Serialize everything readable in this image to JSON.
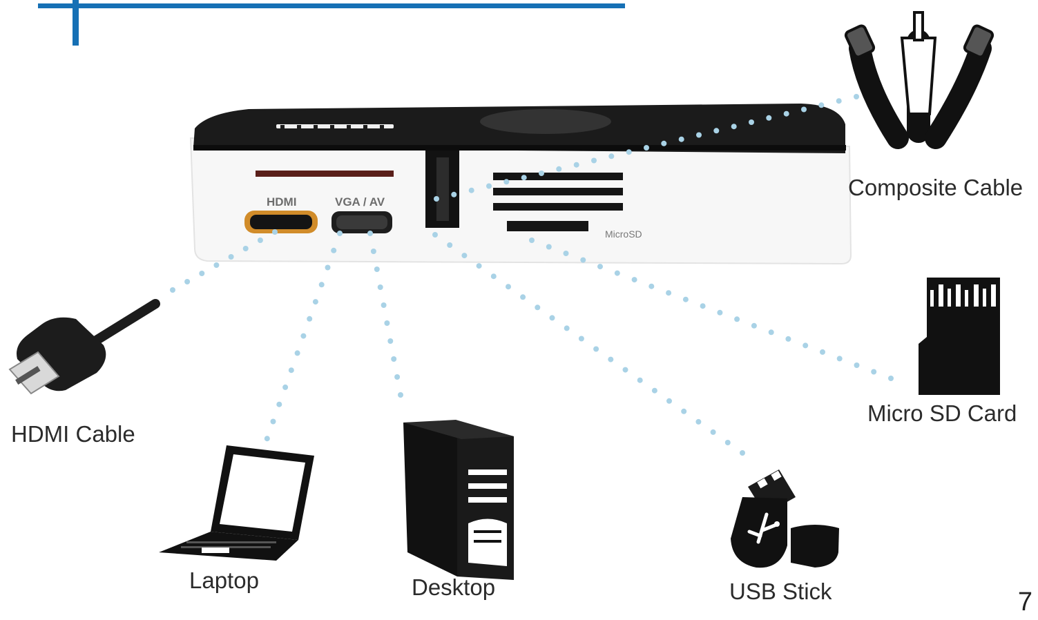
{
  "device": {
    "ports": {
      "hdmi": "HDMI",
      "vga_av": "VGA / AV",
      "microsd": "MicroSD"
    }
  },
  "connections": [
    {
      "id": "hdmi-cable",
      "label": "HDMI Cable"
    },
    {
      "id": "laptop",
      "label": "Laptop"
    },
    {
      "id": "desktop",
      "label": "Desktop"
    },
    {
      "id": "usb-stick",
      "label": "USB Stick"
    },
    {
      "id": "micro-sd-card",
      "label": "Micro SD Card"
    },
    {
      "id": "composite-cable",
      "label": "Composite Cable"
    }
  ],
  "page_number": "7",
  "colors": {
    "accent_rule": "#1670b5",
    "dotted_line": "#a9d2e6",
    "hdmi_port_ring": "#d18c2a"
  }
}
